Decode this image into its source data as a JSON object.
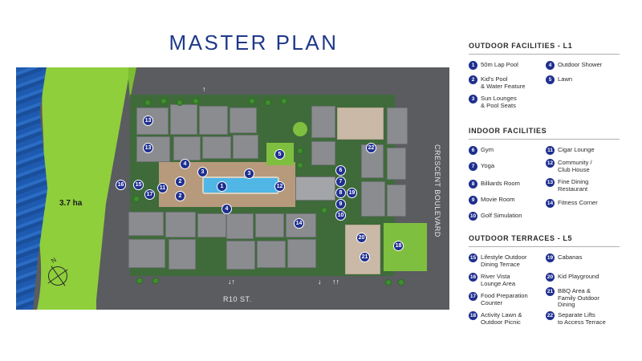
{
  "title": "MASTER PLAN",
  "map": {
    "area_label": "3.7 ha",
    "road_right": "CRESCENT BOULEVARD",
    "road_bottom": "R10 ST.",
    "compass_label": "N",
    "markers": [
      "1",
      "2",
      "2",
      "3",
      "3",
      "4",
      "4",
      "5",
      "6",
      "7",
      "8",
      "9",
      "10",
      "11",
      "12",
      "13",
      "13",
      "14",
      "15",
      "16",
      "17",
      "18",
      "19",
      "20",
      "21",
      "22"
    ]
  },
  "legend": {
    "outdoor_l1": {
      "title": "OUTDOOR FACILITIES - L1",
      "items": [
        {
          "num": "1",
          "label": "50m Lap Pool"
        },
        {
          "num": "2",
          "label": "Kid's Pool\n& Water Feature"
        },
        {
          "num": "3",
          "label": "Sun Lounges\n& Pool Seats"
        },
        {
          "num": "4",
          "label": "Outdoor Shower"
        },
        {
          "num": "5",
          "label": "Lawn"
        }
      ]
    },
    "indoor": {
      "title": "INDOOR FACILITIES",
      "items": [
        {
          "num": "6",
          "label": "Gym"
        },
        {
          "num": "7",
          "label": "Yoga"
        },
        {
          "num": "8",
          "label": "Billiards Room"
        },
        {
          "num": "9",
          "label": "Movie Room"
        },
        {
          "num": "10",
          "label": "Golf Simulation"
        },
        {
          "num": "11",
          "label": "Cigar Lounge"
        },
        {
          "num": "12",
          "label": "Community /\nClub House"
        },
        {
          "num": "13",
          "label": "Fine Dining\nRestaurant"
        },
        {
          "num": "14",
          "label": "Fitness Corner"
        }
      ]
    },
    "outdoor_l5": {
      "title": "OUTDOOR TERRACES - L5",
      "items": [
        {
          "num": "15",
          "label": "Lifestyle Outdoor\nDining Terrace"
        },
        {
          "num": "16",
          "label": "River Vista\nLounge Area"
        },
        {
          "num": "17",
          "label": "Food Preparation\nCounter"
        },
        {
          "num": "18",
          "label": "Activity Lawn &\nOutdoor Picnic"
        },
        {
          "num": "19",
          "label": "Cabanas"
        },
        {
          "num": "20",
          "label": "Kid Playground"
        },
        {
          "num": "21",
          "label": "BBQ Area &\nFamily Outdoor\nDining"
        },
        {
          "num": "22",
          "label": "Separate Lifts\nto Access Terrace"
        }
      ]
    }
  }
}
